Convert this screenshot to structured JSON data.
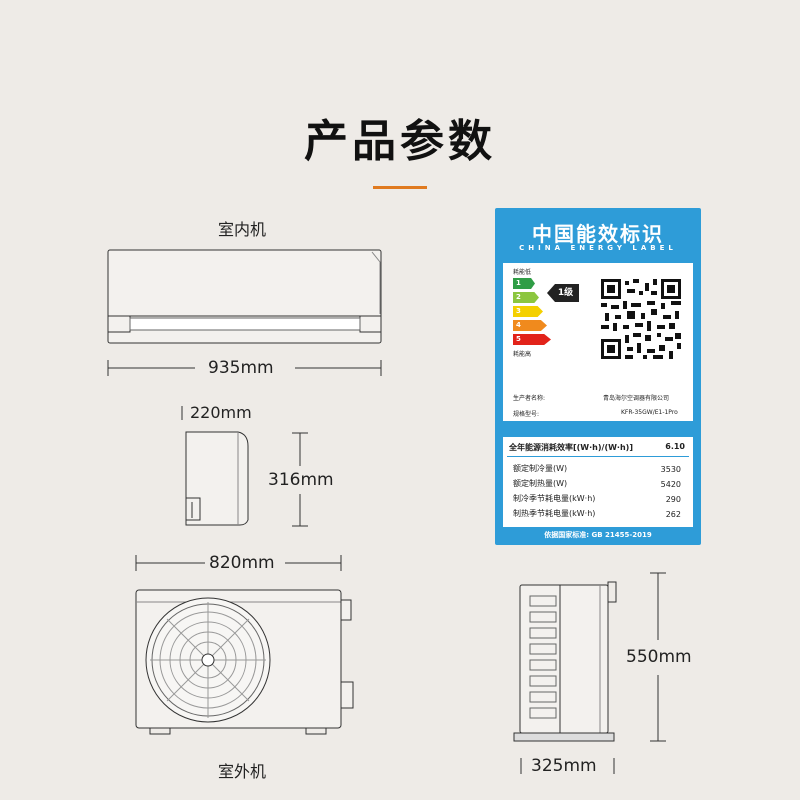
{
  "page": {
    "title": "产品参数",
    "accent_color": "#e07a1f",
    "background_color": "#eeebe7"
  },
  "indoor_unit": {
    "label": "室内机",
    "width_label": "935mm",
    "depth_label": "220mm",
    "height_label": "316mm"
  },
  "outdoor_unit": {
    "label": "室外机",
    "width_label": "820mm",
    "height_label": "550mm",
    "depth_label": "325mm"
  },
  "energy_label": {
    "title": "中国能效标识",
    "subtitle": "CHINA ENERGY LABEL",
    "color": "#2e9cd8",
    "low_text": "耗能低",
    "high_text": "耗能高",
    "grades": [
      "1",
      "2",
      "3",
      "4",
      "5"
    ],
    "grade_colors": [
      "#2f9d46",
      "#8cc63f",
      "#f4d000",
      "#f08a1d",
      "#e2231a"
    ],
    "current_grade": "1级",
    "manufacturer_label": "生产者名称:",
    "manufacturer_value": "青岛海尔空调器有限公司",
    "model_label": "规格型号:",
    "model_value": "KFR-35GW/E1-1Pro",
    "apf_label": "全年能源消耗效率[(W·h)/(W·h)]",
    "apf_value": "6.10",
    "rows": [
      {
        "label": "额定制冷量(W)",
        "value": "3530"
      },
      {
        "label": "额定制热量(W)",
        "value": "5420"
      },
      {
        "label": "制冷季节耗电量(kW·h)",
        "value": "290"
      },
      {
        "label": "制热季节耗电量(kW·h)",
        "value": "262"
      }
    ],
    "standard": "依据国家标准: GB 21455-2019"
  }
}
